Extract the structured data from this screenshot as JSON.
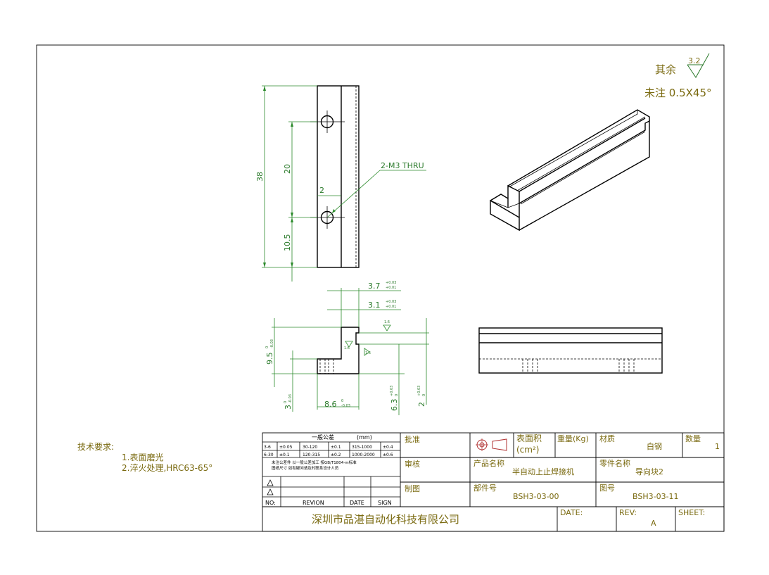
{
  "surface_note": {
    "other": "其余",
    "roughness": "3.2",
    "chamfer": "未注 0.5X45°"
  },
  "callout": {
    "holes": "2-M3 THRU"
  },
  "dims": {
    "d38": "38",
    "d20": "20",
    "d2": "2",
    "d10_5": "10.5",
    "d3_7": "3.7",
    "d3_7_tol_top": "+0.03",
    "d3_7_tol_bot": "+0.01",
    "d3_1": "3.1",
    "d3_1_tol_top": "+0.03",
    "d3_1_tol_bot": "+0.01",
    "d9_5": "9.5",
    "d9_5_tol_top": "0",
    "d9_5_tol_bot": "-0.03",
    "d3": "3",
    "d3_tol_top": "0",
    "d3_tol_bot": "-0.03",
    "d8_6": "8.6",
    "d8_6_tol_top": "0",
    "d8_6_tol_bot": "-0.03",
    "d6_3": "6.3",
    "d6_3_tol_top": "+0.03",
    "d6_3_tol_bot": "0",
    "d2b": "2",
    "d2b_tol_top": "+0.03",
    "d2b_tol_bot": "0",
    "rough1": "1.6",
    "rough2": "1.6",
    "rough3": "1.6"
  },
  "tech_req": {
    "title": "技术要求:",
    "item1": "1.表面磨光",
    "item2": "2.淬火处理,HRC63-65°"
  },
  "tolerance_table": {
    "title": "一般公差",
    "unit": "(mm)",
    "row1": [
      "3-6",
      "±0.05",
      "30-120",
      "±0.1",
      "315-1000",
      "±0.4"
    ],
    "row2": [
      "6-30",
      "±0.1",
      "120-315",
      "±0.2",
      "1000-2000",
      "±0.6"
    ],
    "note1": "未注公差件 以一般公差加工 按GB/T1804-m标准",
    "note2": "图纸尺寸 如有疑问请及时联系设计人员"
  },
  "revision": {
    "no": "NO:",
    "revion": "REVION",
    "date": "DATE",
    "sign": "SIGN"
  },
  "title_block": {
    "approve": "批准",
    "review": "审核",
    "draw": "制图",
    "area_label": "表面积",
    "area_unit": "(cm²)",
    "weight_label": "重量(Kg)",
    "material_label": "材质",
    "material_value": "白钢",
    "qty_label": "数量",
    "qty_value": "1",
    "product_label": "产品名称",
    "product_value": "半自动上止焊接机",
    "part_name_label": "零件名称",
    "part_name_value": "导向块2",
    "assembly_label": "部件号",
    "assembly_value": "BSH3-03-00",
    "drawing_no_label": "图号",
    "drawing_no_value": "BSH3-03-11",
    "company": "深圳市品湛自动化科技有限公司",
    "date_label": "DATE:",
    "rev_label": "REV:",
    "rev_value": "A",
    "sheet_label": "SHEET:"
  }
}
